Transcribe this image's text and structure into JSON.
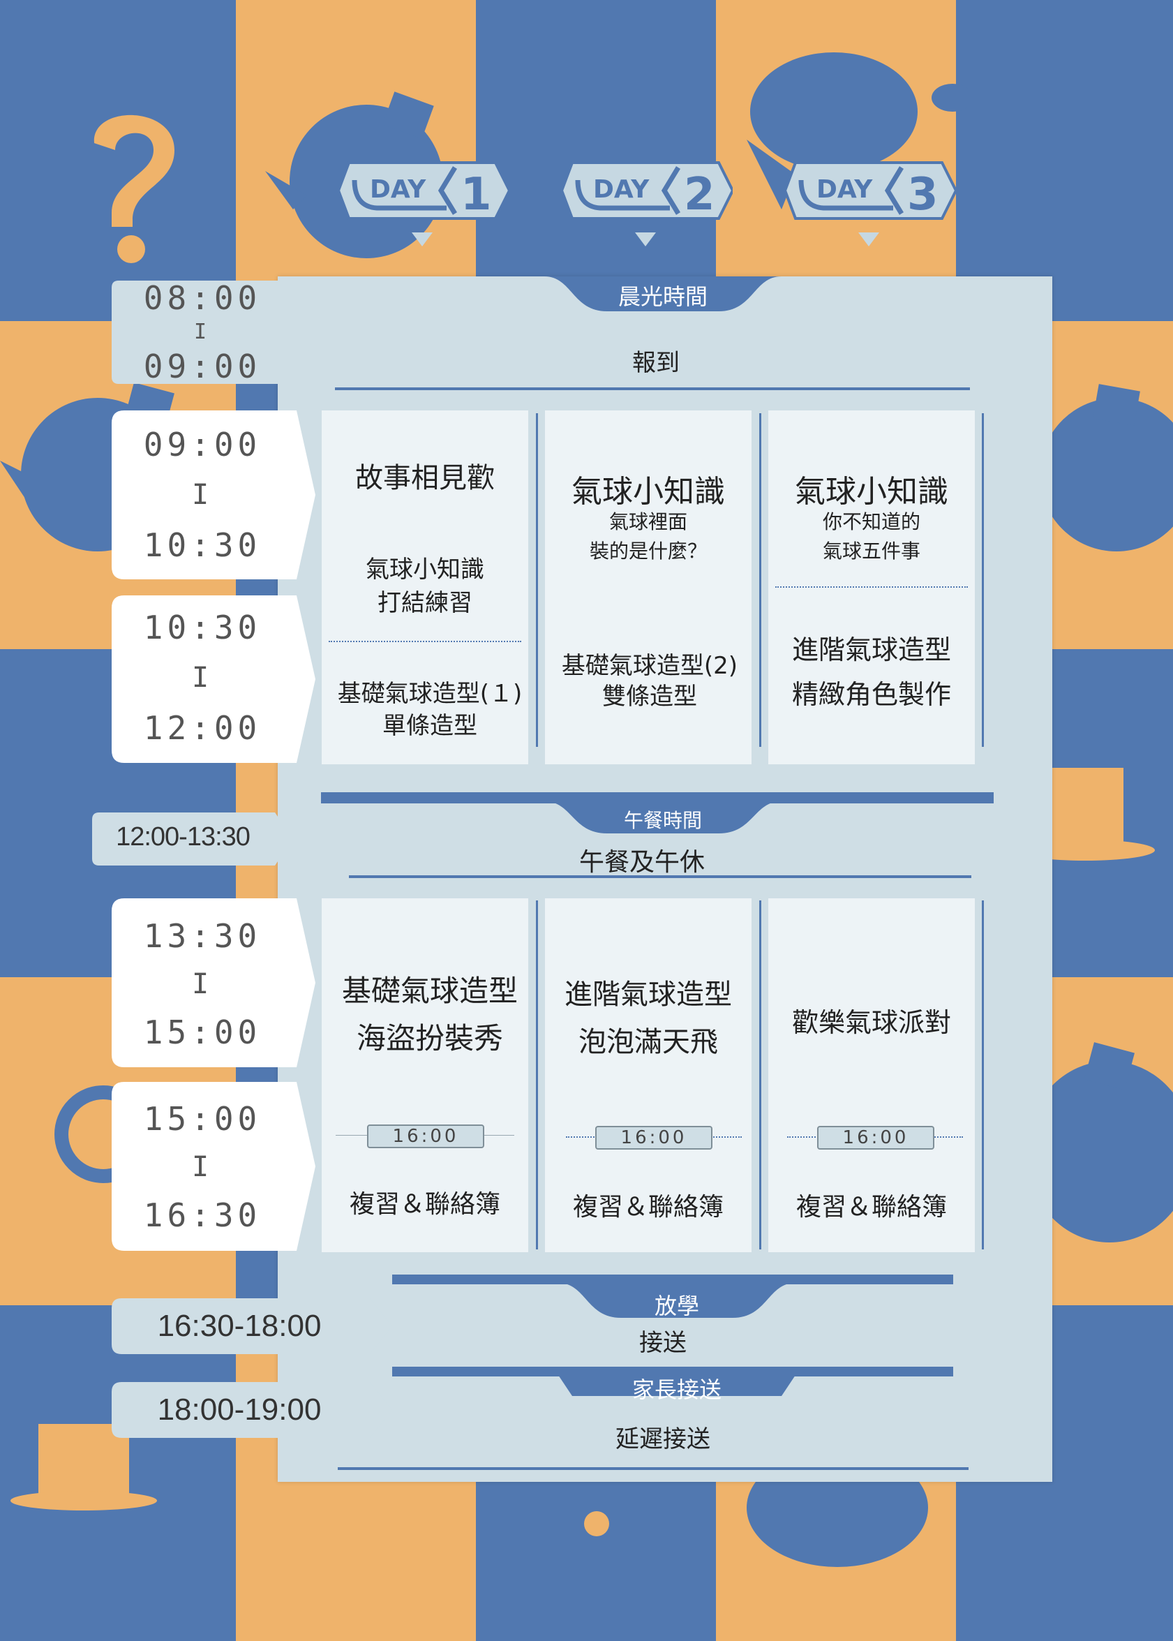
{
  "days": [
    {
      "label": "DAY",
      "number": "1"
    },
    {
      "label": "DAY",
      "number": "2"
    },
    {
      "label": "DAY",
      "number": "3"
    }
  ],
  "sections": {
    "morning": "晨光時間",
    "lunch": "午餐時間",
    "dismissal": "放學",
    "parent_pickup": "家長接送"
  },
  "times": {
    "t1": {
      "start": "08:00",
      "end": "09:00"
    },
    "t2": {
      "start": "09:00",
      "end": "10:30"
    },
    "t3": {
      "start": "10:30",
      "end": "12:00"
    },
    "t4": "12:00-13:30",
    "t5": {
      "start": "13:30",
      "end": "15:00"
    },
    "t6": {
      "start": "15:00",
      "end": "16:30"
    },
    "t7": "16:30-18:00",
    "t8": "18:00-19:00",
    "separator": "I"
  },
  "rows": {
    "checkin": "報到",
    "lunch": "午餐及午休",
    "pickup": "接送",
    "late_pickup": "延遲接送"
  },
  "day1": {
    "a1": "故事相見歡",
    "a2_line1": "氣球小知識",
    "a2_line2": "打結練習",
    "b_line1": "基礎氣球造型(１)",
    "b_line2": "單條造型",
    "c_line1": "基礎氣球造型",
    "c_line2": "海盜扮裝秀",
    "time_tag": "16:00",
    "d": "複習＆聯絡簿"
  },
  "day2": {
    "a_title": "氣球小知識",
    "a_sub1": "氣球裡面",
    "a_sub2": "裝的是什麼？",
    "b_line1": "基礎氣球造型(2)",
    "b_line2": "雙條造型",
    "c_line1": "進階氣球造型",
    "c_line2": "泡泡滿天飛",
    "time_tag": "16:00",
    "d": "複習＆聯絡簿"
  },
  "day3": {
    "a_title": "氣球小知識",
    "a_sub1": "你不知道的",
    "a_sub2": "氣球五件事",
    "b_line1": "進階氣球造型",
    "b_line2": "精緻角色製作",
    "c": "歡樂氣球派對",
    "time_tag": "16:00",
    "d": "複習＆聯絡簿"
  },
  "colors": {
    "blue": "#5178b0",
    "orange": "#efb36b",
    "panel": "#cfdee5",
    "card": "#edf3f6"
  }
}
